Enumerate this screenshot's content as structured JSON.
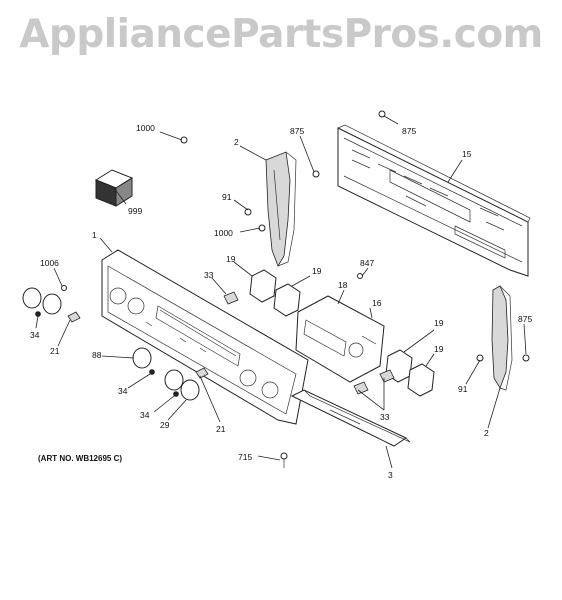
{
  "watermark": "AppliancePartsPros.com",
  "art_number": "(ART NO. WB12695 C)",
  "part_labels": [
    {
      "id": "1000a",
      "text": "1000"
    },
    {
      "id": "999",
      "text": "999"
    },
    {
      "id": "2a",
      "text": "2"
    },
    {
      "id": "875a",
      "text": "875"
    },
    {
      "id": "875b",
      "text": "875"
    },
    {
      "id": "15",
      "text": "15"
    },
    {
      "id": "91a",
      "text": "91"
    },
    {
      "id": "1000b",
      "text": "1000"
    },
    {
      "id": "1",
      "text": "1"
    },
    {
      "id": "1006",
      "text": "1006"
    },
    {
      "id": "33a",
      "text": "33"
    },
    {
      "id": "19a",
      "text": "19"
    },
    {
      "id": "19b",
      "text": "19"
    },
    {
      "id": "847",
      "text": "847"
    },
    {
      "id": "18",
      "text": "18"
    },
    {
      "id": "16",
      "text": "16"
    },
    {
      "id": "34a",
      "text": "34"
    },
    {
      "id": "21a",
      "text": "21"
    },
    {
      "id": "88",
      "text": "88"
    },
    {
      "id": "34b",
      "text": "34"
    },
    {
      "id": "34c",
      "text": "34"
    },
    {
      "id": "29",
      "text": "29"
    },
    {
      "id": "21b",
      "text": "21"
    },
    {
      "id": "19c",
      "text": "19"
    },
    {
      "id": "19d",
      "text": "19"
    },
    {
      "id": "33b",
      "text": "33"
    },
    {
      "id": "875c",
      "text": "875"
    },
    {
      "id": "91b",
      "text": "91"
    },
    {
      "id": "2b",
      "text": "2"
    },
    {
      "id": "715",
      "text": "715"
    },
    {
      "id": "3",
      "text": "3"
    }
  ]
}
